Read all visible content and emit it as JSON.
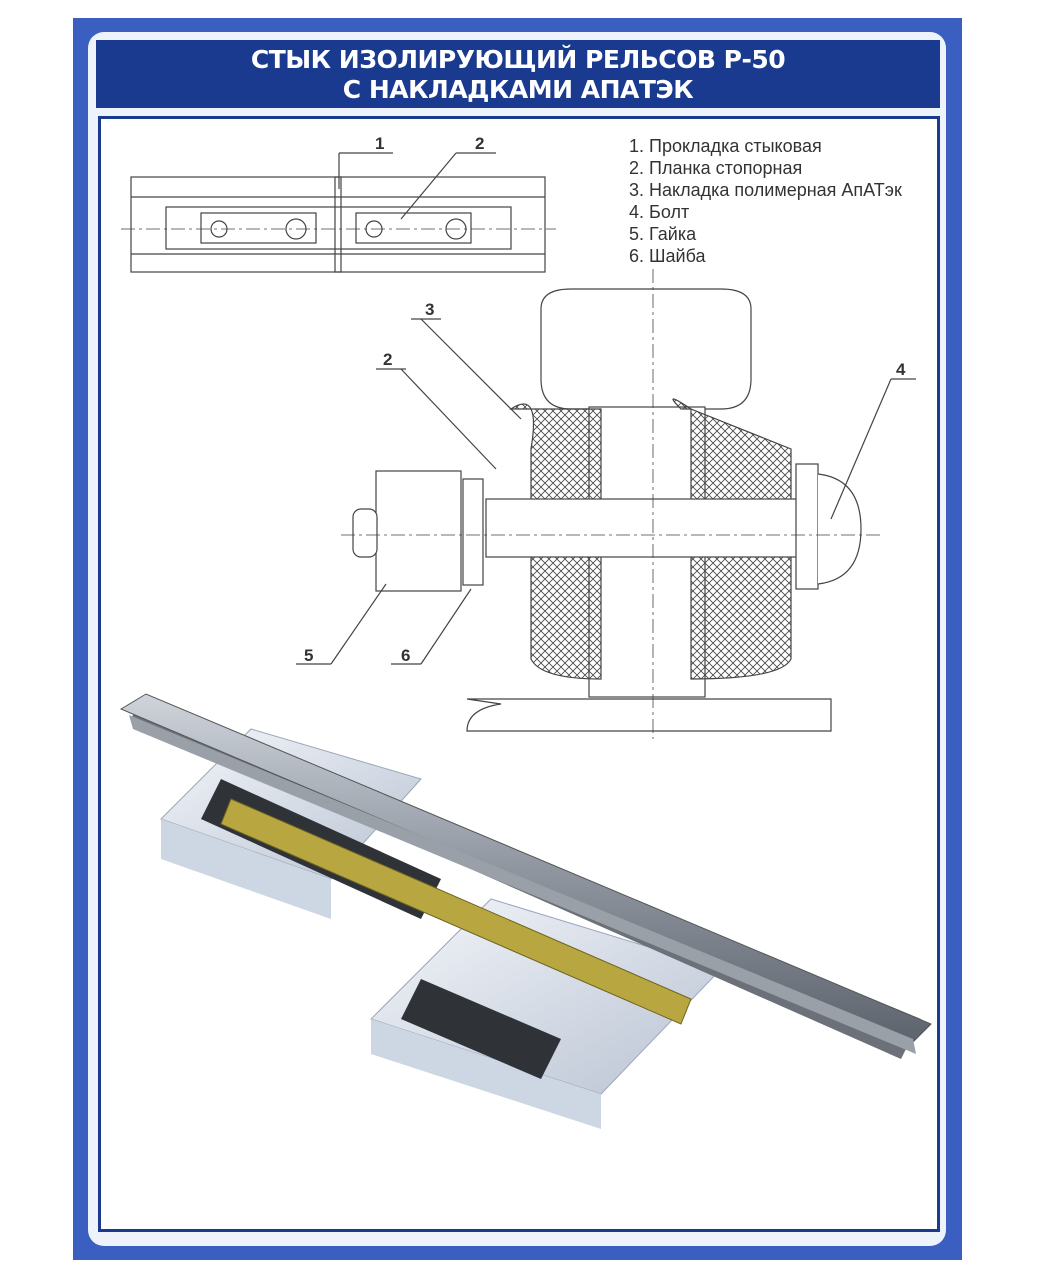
{
  "title": {
    "line1": "СТЫК ИЗОЛИРУЮЩИЙ РЕЛЬСОВ Р-50",
    "line2": "С НАКЛАДКАМИ АПАТЭК"
  },
  "legend": [
    "1. Прокладка стыковая",
    "2. Планка стопорная",
    "3. Накладка полимерная АпАТэк",
    "4. Болт",
    "5. Гайка",
    "6. Шайба"
  ],
  "callouts": {
    "top_view": [
      "1",
      "2"
    ],
    "section": [
      "3",
      "2",
      "4",
      "5",
      "6"
    ]
  },
  "colors": {
    "frame": "#3a5fc0",
    "title_bg": "#1a3a8f",
    "pad": "#b8a640"
  }
}
